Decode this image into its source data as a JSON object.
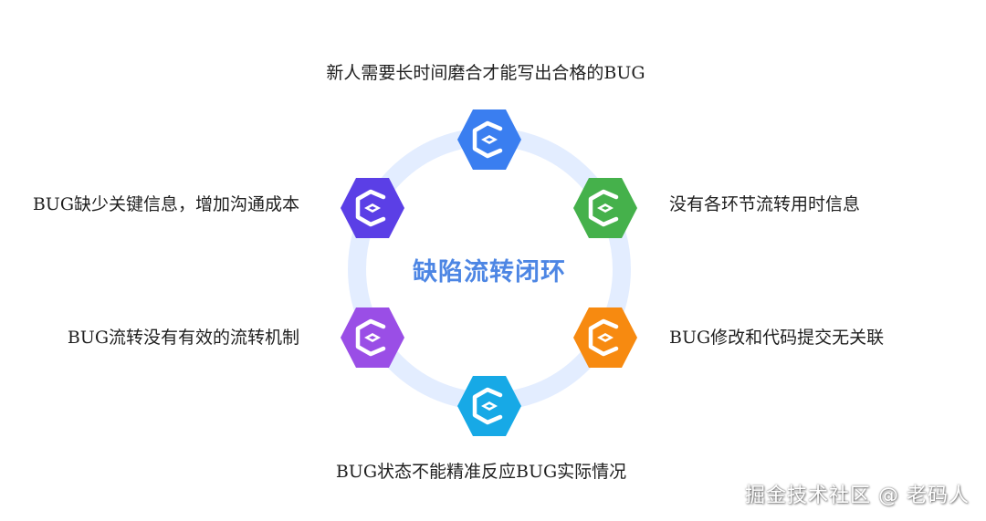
{
  "diagram": {
    "center_title": "缺陷流转闭环",
    "nodes": [
      {
        "label": "新人需要长时间磨合才能写出合格的BUG",
        "color": "#3a7ef0",
        "icon": "c-logo-icon"
      },
      {
        "label": "没有各环节流转用时信息",
        "color": "#45b14b",
        "icon": "c-logo-icon"
      },
      {
        "label": "BUG修改和代码提交无关联",
        "color": "#f78a10",
        "icon": "c-logo-icon"
      },
      {
        "label": "BUG状态不能精准反应BUG实际情况",
        "color": "#17a9e6",
        "icon": "c-logo-icon"
      },
      {
        "label": "BUG流转没有有效的流转机制",
        "color": "#9a4ee6",
        "icon": "c-logo-icon"
      },
      {
        "label": "BUG缺少关键信息，增加沟通成本",
        "color": "#5b3fe6",
        "icon": "c-logo-icon"
      }
    ],
    "ring_color": "#e3edff",
    "title_color": "#4d86e4"
  },
  "watermark": "掘金技术社区 @ 老码人"
}
